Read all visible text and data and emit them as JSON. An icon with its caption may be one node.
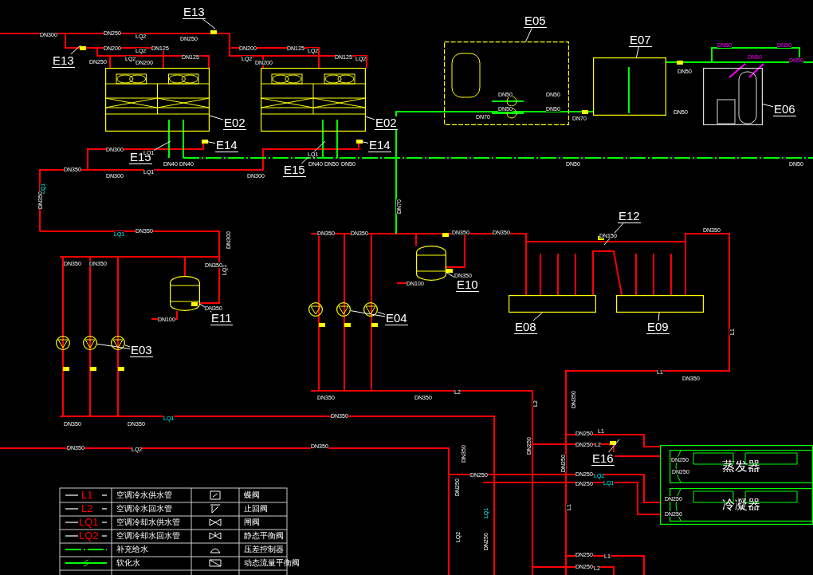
{
  "diagram": {
    "nodes": [
      {
        "text": [
          "E13"
        ]
      },
      {
        "text": [
          "E13"
        ]
      },
      {
        "text": [],
        "shape": "box"
      },
      {
        "text": [],
        "shape": "box"
      },
      {
        "text": [
          "E02"
        ]
      },
      {
        "text": [
          "E02"
        ]
      },
      {
        "text": [
          "E14"
        ]
      },
      {
        "text": [
          "E14"
        ]
      },
      {
        "text": [
          "E15"
        ]
      },
      {
        "text": [
          "E15"
        ]
      },
      {
        "text": [],
        "shape": "box"
      },
      {
        "text": [
          "E05"
        ]
      },
      {
        "text": [],
        "shape": "box"
      },
      {
        "text": [
          "E07"
        ]
      },
      {
        "text": [],
        "shape": "box"
      },
      {
        "text": [
          "E06"
        ]
      },
      {
        "text": [
          "E12"
        ]
      },
      {
        "text": [],
        "shape": "box"
      },
      {
        "text": [
          "E08"
        ]
      },
      {
        "text": [],
        "shape": "box"
      },
      {
        "text": [
          "E09"
        ]
      },
      {
        "text": [],
        "shape": "cylinder"
      },
      {
        "text": [
          "E10"
        ]
      },
      {
        "text": [],
        "shape": "cylinder"
      },
      {
        "text": [
          "E11"
        ]
      },
      {
        "text": [],
        "shape": "circle"
      },
      {
        "text": [],
        "shape": "circle"
      },
      {
        "text": [],
        "shape": "circle"
      },
      {
        "text": [
          "E03"
        ]
      },
      {
        "text": [],
        "shape": "circle"
      },
      {
        "text": [],
        "shape": "circle"
      },
      {
        "text": [],
        "shape": "circle"
      },
      {
        "text": [
          "E04"
        ]
      },
      {
        "text": [],
        "shape": "box"
      },
      {
        "text": [
          "蒸发器"
        ],
        "in": 33
      },
      {
        "text": [
          "冷凝器"
        ],
        "in": 33
      },
      {
        "text": [
          "E16"
        ]
      }
    ],
    "edges": [
      {
        "from": 0,
        "to": null,
        "arrow": "none"
      },
      {
        "from": 1,
        "to": null,
        "arrow": "none"
      },
      {
        "from": 4,
        "to": 2,
        "arrow": "none"
      },
      {
        "from": 5,
        "to": 3,
        "arrow": "none"
      },
      {
        "from": 6,
        "to": null,
        "arrow": "none"
      },
      {
        "from": 7,
        "to": null,
        "arrow": "none"
      },
      {
        "from": 8,
        "to": null,
        "arrow": "none"
      },
      {
        "from": 9,
        "to": null,
        "arrow": "none"
      },
      {
        "from": 11,
        "to": 10,
        "arrow": "none"
      },
      {
        "from": 13,
        "to": 12,
        "arrow": "none"
      },
      {
        "from": 15,
        "to": 14,
        "arrow": "none"
      },
      {
        "from": 16,
        "to": null,
        "arrow": "none"
      },
      {
        "from": 18,
        "to": 17,
        "arrow": "none"
      },
      {
        "from": 20,
        "to": 19,
        "arrow": "none"
      },
      {
        "from": 22,
        "to": 21,
        "arrow": "none"
      },
      {
        "from": 24,
        "to": 23,
        "arrow": "none"
      },
      {
        "from": 28,
        "to": 26,
        "arrow": "none"
      },
      {
        "from": 28,
        "to": 27,
        "arrow": "none"
      },
      {
        "from": 32,
        "to": 30,
        "arrow": "none"
      },
      {
        "from": 32,
        "to": 31,
        "arrow": "none"
      },
      {
        "from": 36,
        "to": null,
        "arrow": "none"
      }
    ],
    "labels": [
      "DN300",
      "DN250",
      "LQ2",
      "DN250",
      "DN200",
      "LQ2",
      "DN125",
      "DN250",
      "LQ2",
      "DN200",
      "DN125",
      "DN200",
      "DN125",
      "LQ2",
      "LQ2",
      "DN200",
      "DN125",
      "LQ2",
      "DN300",
      "LQ1",
      "DN350",
      "LQ1",
      "DN300",
      "DN300",
      "LQ1",
      "DN40",
      "DN40",
      "DN40",
      "DN50",
      "DN50",
      "DN50",
      "DN50",
      "DN70",
      "DN50",
      "DN50",
      "DN50",
      "DN50",
      "DN70",
      "DN50",
      "DN50",
      "DN50",
      "DN50",
      "DN50",
      "DN50",
      "LQ1",
      "DN350",
      "LQ1",
      "DN350",
      "DN300",
      "LQ1",
      "DN350",
      "DN350",
      "DN100",
      "DN350",
      "DN350",
      "DN350",
      "DN350",
      "LQ1",
      "DN350",
      "DN350",
      "DN350",
      "DN350",
      "DN350",
      "DN350",
      "L2",
      "DN350",
      "DN70",
      "DN350",
      "DN100",
      "DN150",
      "DN350",
      "L1",
      "L1",
      "DN350",
      "DN350",
      "L2",
      "DN250",
      "L1",
      "DN250",
      "L2",
      "DN250",
      "LQ2",
      "DN250",
      "LQ1",
      "DN250",
      "DN250",
      "DN250",
      "DN250",
      "L1",
      "DN250",
      "L1",
      "DN250",
      "L2",
      "DN350",
      "LQ2",
      "DN350",
      "DN250",
      "DN350",
      "LQ2",
      "LQ1",
      "DN250",
      "DN250",
      "DN250",
      "DN250",
      "L1",
      "L2",
      "LQ1",
      "LQ2"
    ],
    "legend": [
      {
        "text": "空调冷水供水管"
      },
      {
        "text": "蝶阀"
      },
      {
        "text": "空调冷水回水管"
      },
      {
        "text": "止回阀"
      },
      {
        "text": "空调冷却水供水管"
      },
      {
        "text": "闸阀"
      },
      {
        "text": "空调冷却水回水管"
      },
      {
        "text": "静态平衡阀"
      },
      {
        "text": "补充给水"
      },
      {
        "text": "压差控制器"
      },
      {
        "text": "软化水"
      },
      {
        "text": "动态流量平衡阀"
      }
    ]
  }
}
